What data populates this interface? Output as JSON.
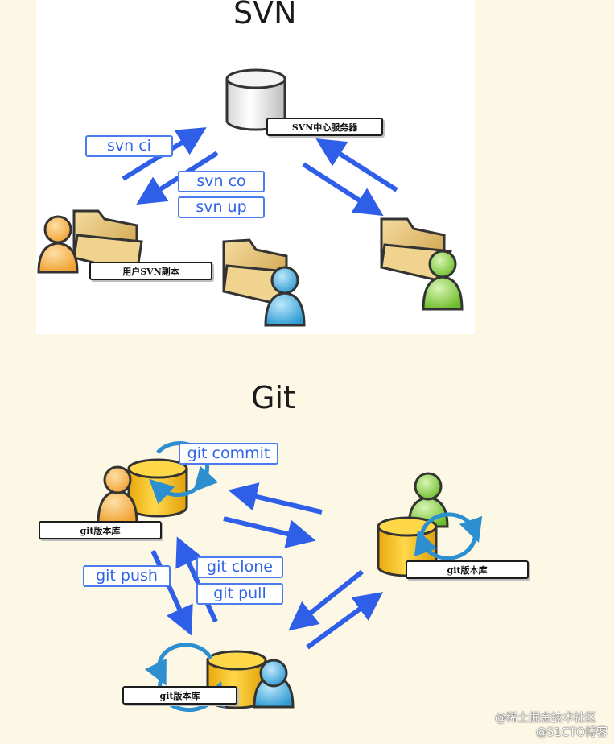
{
  "svn": {
    "title": "SVN",
    "server_label": "SVN中心服务器",
    "client_label": "用户SVN副本",
    "commands": {
      "ci": "svn ci",
      "co": "svn co",
      "up": "svn up"
    }
  },
  "git": {
    "title": "Git",
    "repo_label": "git版本库",
    "commands": {
      "commit": "git commit",
      "push": "git push",
      "clone": "git clone",
      "pull": "git pull"
    }
  },
  "watermark": {
    "line1": "@稀土掘金技术社区",
    "line2": "@51CTO博客"
  },
  "colors": {
    "arrow": "#2f5fe8",
    "cycle": "#2d8fd0",
    "repo_fill": "#f4c21a",
    "user_orange": "#f6b74c",
    "user_blue": "#49aee0",
    "user_green": "#8cd046",
    "folder": "#e9c97e"
  }
}
